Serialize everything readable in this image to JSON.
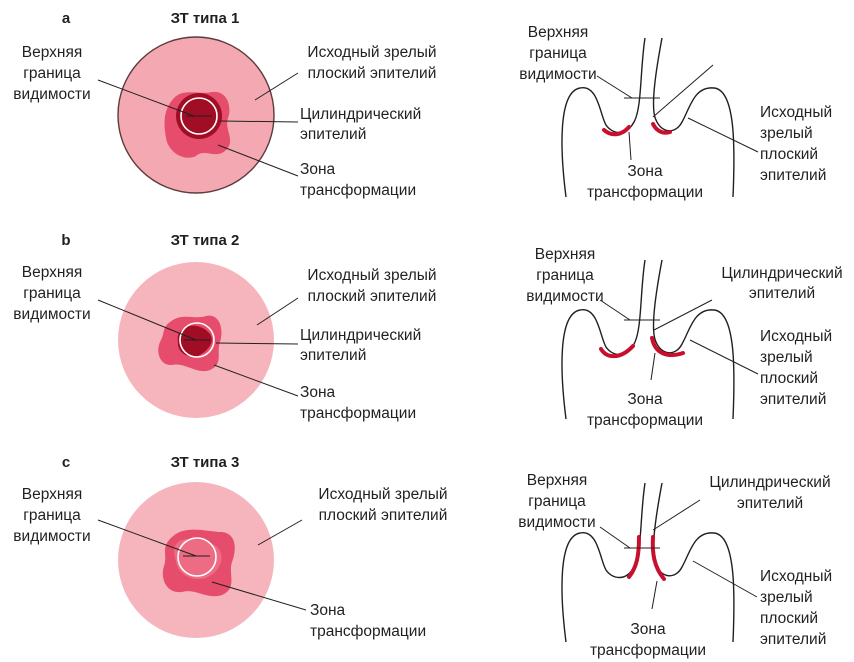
{
  "colors": {
    "squamous": "#f4a9b2",
    "squamous_light": "#f6b5bd",
    "transformation_zone": "#e64c6c",
    "transformation_zone_inner": "#ee6b84",
    "columnar": "#a10d24",
    "section_red": "#c8102e",
    "outline": "#5b3b3b"
  },
  "rows": [
    {
      "letter": "a",
      "title": "ЗТ типа 1",
      "face": {
        "upper_border": [
          "Верхняя",
          "граница",
          "видимости"
        ],
        "squamous": [
          "Исходный зрелый",
          "плоский эпителий"
        ],
        "columnar": [
          "Цилиндрический",
          "эпителий"
        ],
        "tz": [
          "Зона",
          "трансформации"
        ]
      },
      "section": {
        "upper_border": [
          "Верхняя",
          "граница",
          "видимости"
        ],
        "tz": [
          "Зона",
          "трансформации"
        ],
        "squamous": [
          "Исходный",
          "зрелый",
          "плоский",
          "эпителий"
        ]
      }
    },
    {
      "letter": "b",
      "title": "ЗТ типа 2",
      "face": {
        "upper_border": [
          "Верхняя",
          "граница",
          "видимости"
        ],
        "squamous": [
          "Исходный зрелый",
          "плоский эпителий"
        ],
        "columnar": [
          "Цилиндрический",
          "эпителий"
        ],
        "tz": [
          "Зона",
          "трансформации"
        ]
      },
      "section": {
        "upper_border": [
          "Верхняя",
          "граница",
          "видимости"
        ],
        "columnar": [
          "Цилиндрический",
          "эпителий"
        ],
        "tz": [
          "Зона",
          "трансформации"
        ],
        "squamous": [
          "Исходный",
          "зрелый",
          "плоский",
          "эпителий"
        ]
      }
    },
    {
      "letter": "c",
      "title": "ЗТ типа 3",
      "face": {
        "upper_border": [
          "Верхняя",
          "граница",
          "видимости"
        ],
        "squamous": [
          "Исходный зрелый",
          "плоский эпителий"
        ],
        "tz": [
          "Зона",
          "трансформации"
        ]
      },
      "section": {
        "upper_border": [
          "Верхняя",
          "граница",
          "видимости"
        ],
        "columnar": [
          "Цилиндрический",
          "эпителий"
        ],
        "tz": [
          "Зона",
          "трансформации"
        ],
        "squamous": [
          "Исходный",
          "зрелый",
          "плоский",
          "эпителий"
        ]
      }
    }
  ]
}
